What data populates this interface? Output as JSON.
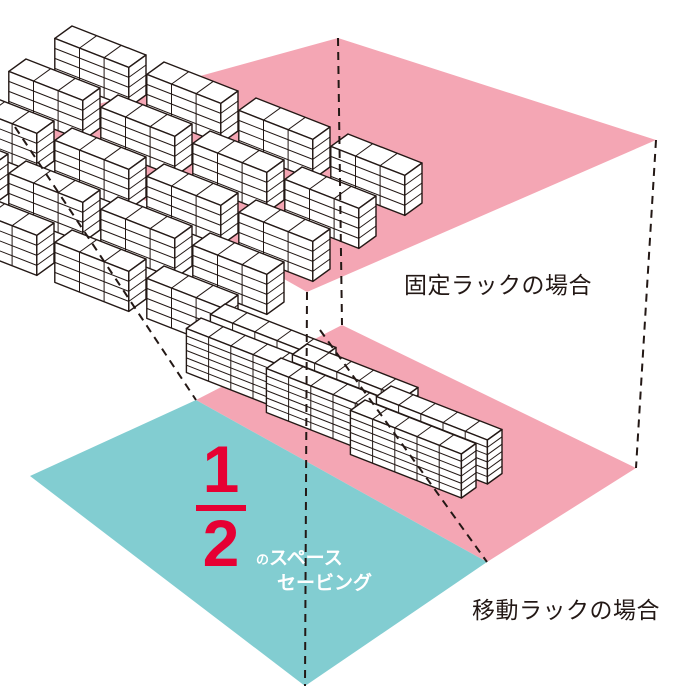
{
  "labels": {
    "fixed_rack": "固定ラックの場合",
    "mobile_rack": "移動ラックの場合"
  },
  "highlight": {
    "numerator": "1",
    "denominator": "2",
    "suffix_particle": "の",
    "line1": "スペース",
    "line2": "セービング"
  },
  "colors": {
    "floor_fixed": "#f4a6b4",
    "floor_mobile": "#82cdd1",
    "accent_red": "#e60033",
    "stroke": "#231815"
  }
}
